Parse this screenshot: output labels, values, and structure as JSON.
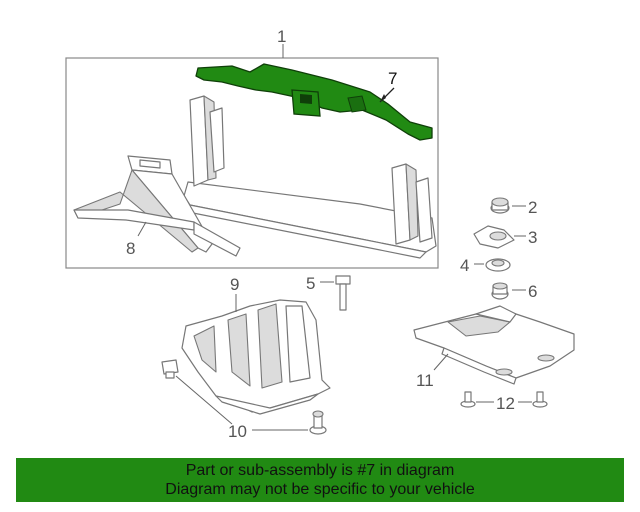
{
  "diagram": {
    "callouts": {
      "c1": "1",
      "c2": "2",
      "c3": "3",
      "c4": "4",
      "c5": "5",
      "c6": "6",
      "c7": "7",
      "c8": "8",
      "c9": "9",
      "c10": "10",
      "c11": "11",
      "c12": "12"
    },
    "highlight_part": "7",
    "colors": {
      "highlight": "#218a13",
      "line": "#777777",
      "banner": "#218a13"
    }
  },
  "banner": {
    "line1": "Part or sub-assembly is #7 in diagram",
    "line2": "Diagram may not be specific to your vehicle"
  }
}
